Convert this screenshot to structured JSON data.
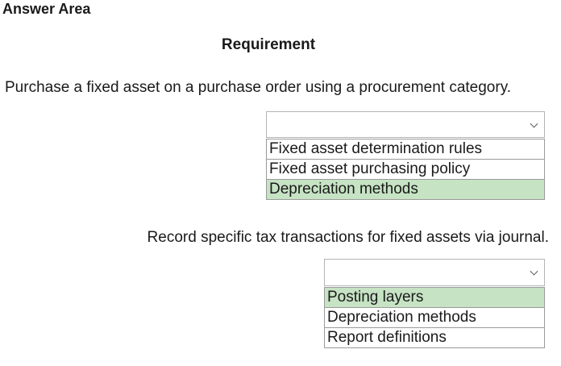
{
  "answer_area": {
    "title": "Answer Area"
  },
  "table": {
    "header": "Requirement"
  },
  "requirements": [
    {
      "text": "Purchase a fixed asset on a purchase order using a procurement category.",
      "dropdown_value": "",
      "options": [
        {
          "label": "Fixed asset determination rules",
          "selected": false
        },
        {
          "label": "Fixed asset purchasing policy",
          "selected": false
        },
        {
          "label": "Depreciation methods",
          "selected": true
        }
      ]
    },
    {
      "text": "Record specific tax transactions for fixed assets via journal.",
      "dropdown_value": "",
      "options": [
        {
          "label": "Posting layers",
          "selected": true
        },
        {
          "label": "Depreciation methods",
          "selected": false
        },
        {
          "label": "Report definitions",
          "selected": false
        }
      ]
    }
  ],
  "colors": {
    "selected_option_bg": "#c6e3c4",
    "border": "#9a9a9a",
    "text": "#1a1a1a"
  },
  "icons": {
    "dropdown_chevron": "chevron-down-icon"
  }
}
